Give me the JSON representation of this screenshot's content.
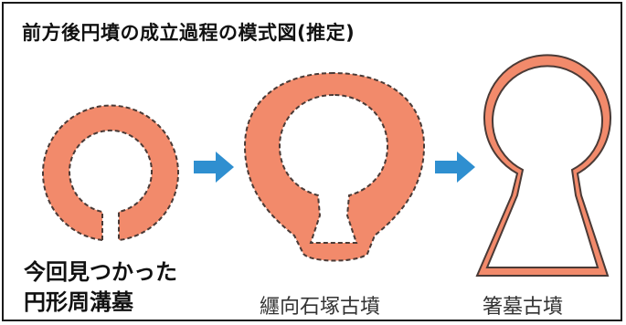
{
  "title": "前方後円墳の成立過程の模式図(推定)",
  "stages": [
    {
      "label_line1": "今回見つかった",
      "label_line2": "円形周溝墓"
    },
    {
      "label": "纒向石塚古墳"
    },
    {
      "label": "箸墓古墳"
    }
  ],
  "colors": {
    "fill": "#f28a6b",
    "outline": "#4a3a36",
    "arrow": "#2f8fd0",
    "text": "#111111"
  }
}
